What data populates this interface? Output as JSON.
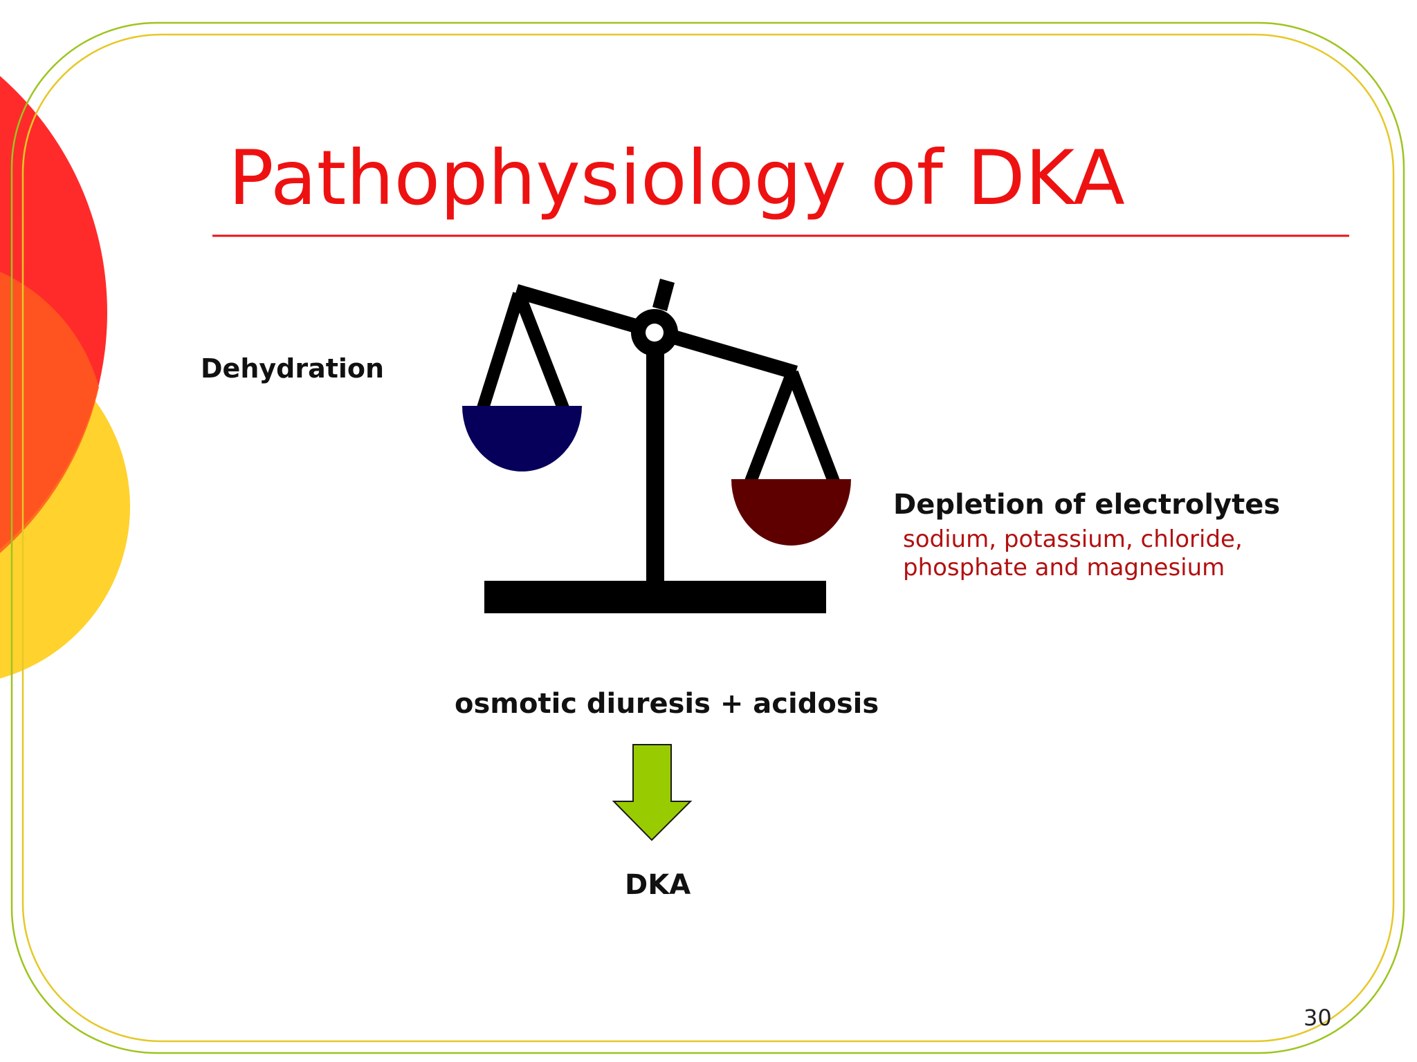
{
  "slide": {
    "title": "Pathophysiology of DKA",
    "page_number": "30"
  },
  "diagram": {
    "left_label": "Dehydration",
    "right_label": "Depletion of electrolytes",
    "right_detail_line1": "sodium, potassium, chloride,",
    "right_detail_line2": "phosphate and magnesium",
    "cause_label": "osmotic diuresis + acidosis",
    "result_label": "DKA"
  },
  "colors": {
    "title": "#ee1111",
    "left_pan": "#06005a",
    "right_pan": "#5e0000",
    "arrow": "#99cc00",
    "frame": "#9dc41f",
    "circle_red": "#ff2b2b",
    "circle_yellow": "#ffd22e"
  }
}
